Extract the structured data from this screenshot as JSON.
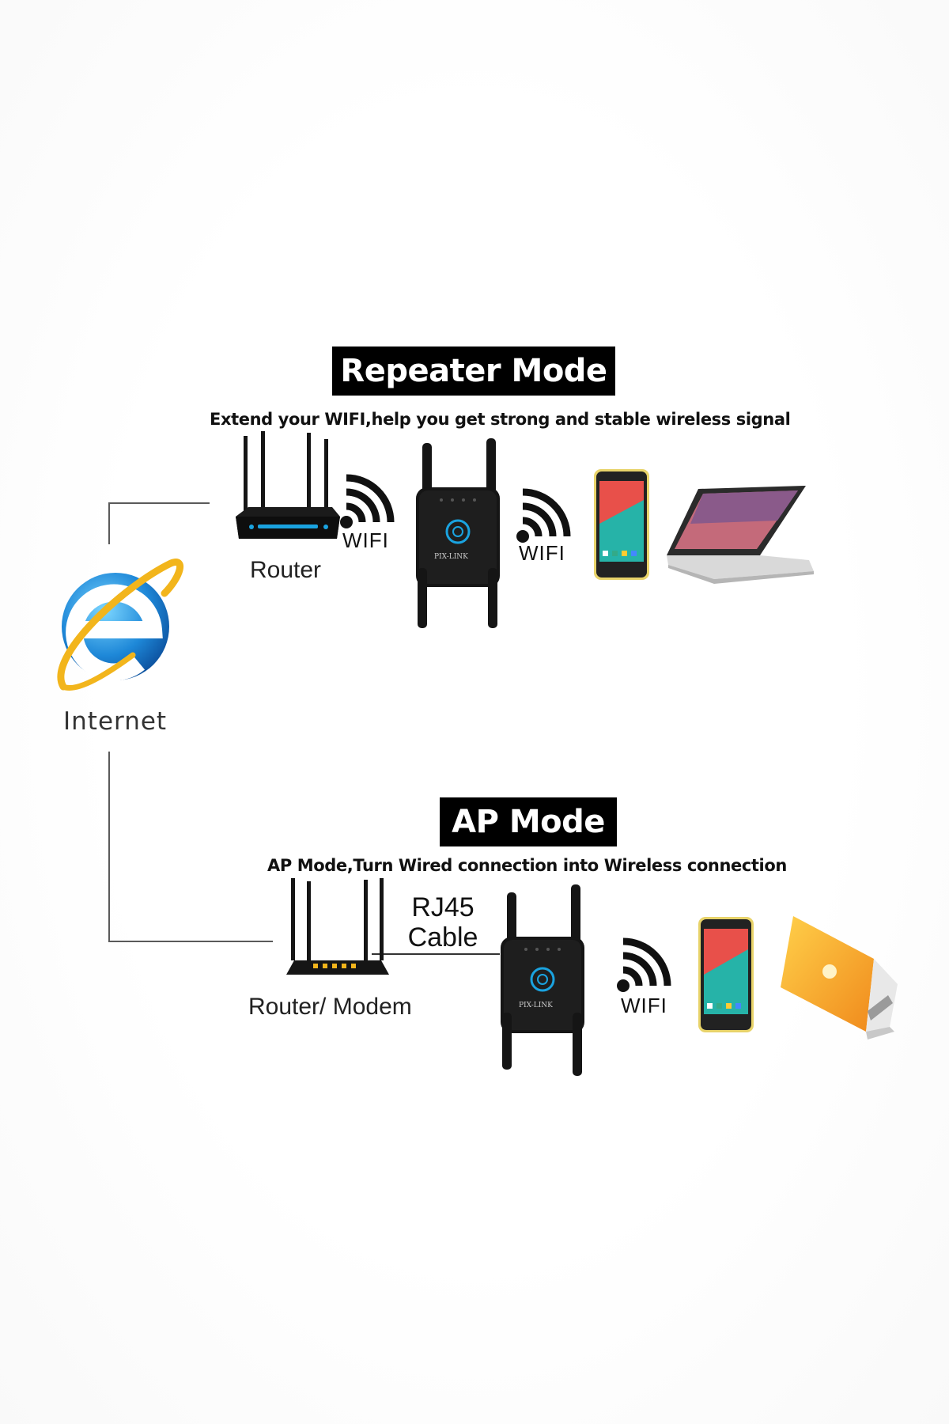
{
  "repeater": {
    "title": "Repeater Mode",
    "subtitle": "Extend your WIFI,help you get strong and stable wireless signal",
    "router_label": "Router",
    "wifi_label_1": "WIFI",
    "wifi_label_2": "WIFI",
    "brand": "PIX-LINK"
  },
  "ap": {
    "title": "AP Mode",
    "subtitle": "AP Mode,Turn Wired connection into Wireless connection",
    "router_label": "Router/ Modem",
    "cable_label_1": "RJ45",
    "cable_label_2": "Cable",
    "wifi_label": "WIFI",
    "brand": "PIX-LINK"
  },
  "internet": {
    "label": "Internet",
    "icon": "internet-explorer-icon"
  },
  "colors": {
    "title_bg": "#000000",
    "title_text": "#ffffff",
    "connector_line": "#5a5a5a",
    "device_black": "#151515",
    "led_blue": "#1aa3e0",
    "phone_frame": "#e8d36a",
    "laptop_orange": "#f5a623"
  }
}
